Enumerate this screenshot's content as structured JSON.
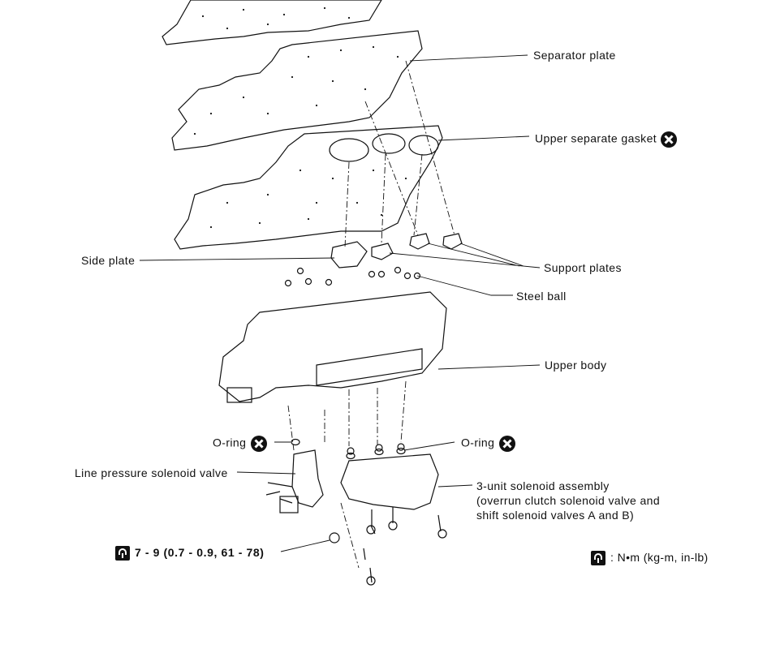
{
  "labels": {
    "separator_plate": "Separator plate",
    "upper_separate_gasket": "Upper separate gasket",
    "side_plate": "Side plate",
    "support_plates": "Support plates",
    "steel_ball": "Steel ball",
    "upper_body": "Upper body",
    "o_ring_left": "O-ring",
    "o_ring_right": "O-ring",
    "line_pressure_solenoid_valve": "Line pressure solenoid valve",
    "three_unit_line1": "3-unit solenoid assembly",
    "three_unit_line2": "(overrun clutch solenoid valve and",
    "three_unit_line3": "shift solenoid valves A and B)",
    "torque_spec": "7 - 9 (0.7 - 0.9, 61 - 78)",
    "torque_units": ": N•m (kg-m, in-lb)"
  },
  "icons": {
    "replace_part": "x-circle-icon",
    "torque": "torque-wrench-icon"
  },
  "colors": {
    "ink": "#111111",
    "paper": "#ffffff"
  }
}
